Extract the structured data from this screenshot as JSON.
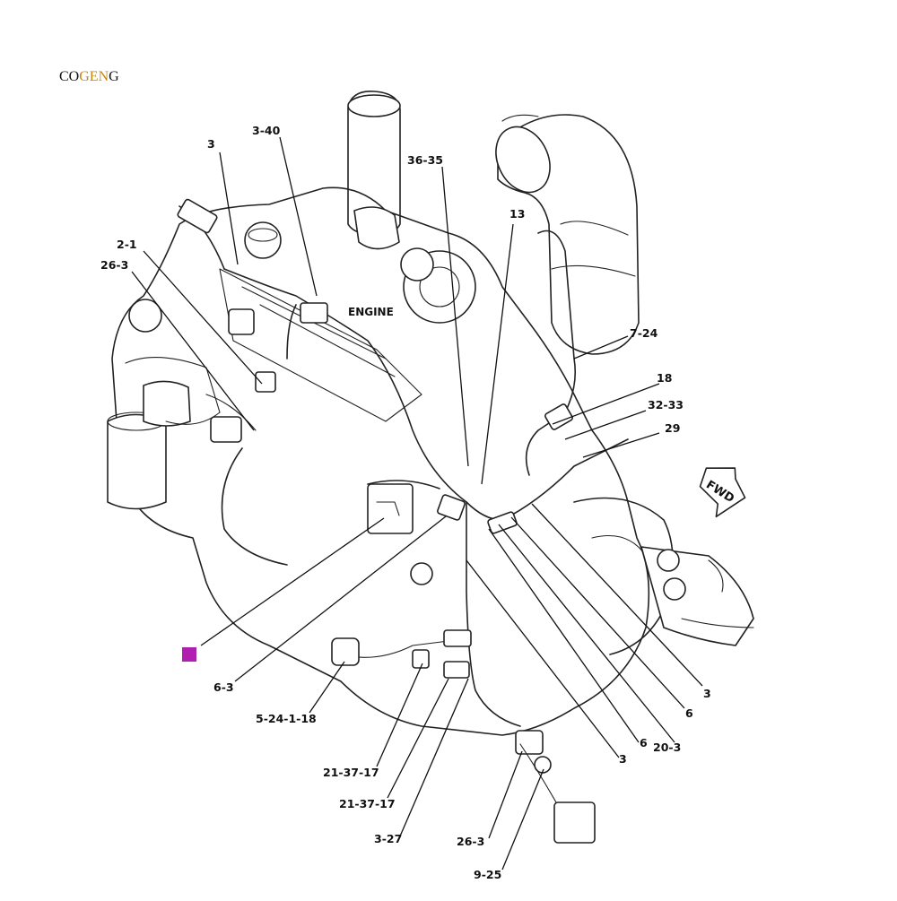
{
  "brand": {
    "part1": "CO",
    "part2": "GEN",
    "part3": "G",
    "color_dark": "#111111",
    "color_gold": "#C8860F"
  },
  "diagram": {
    "engine_label": "ENGINE",
    "direction_label": "FWD",
    "marker_color": "#B01FB0",
    "callouts": [
      {
        "id": "c1",
        "text": "3"
      },
      {
        "id": "c2",
        "text": "3-40"
      },
      {
        "id": "c3",
        "text": "36-35"
      },
      {
        "id": "c4",
        "text": "13"
      },
      {
        "id": "c5",
        "text": "2-1"
      },
      {
        "id": "c6",
        "text": "26-3"
      },
      {
        "id": "c7",
        "text": "7-24"
      },
      {
        "id": "c8",
        "text": "18"
      },
      {
        "id": "c9",
        "text": "32-33"
      },
      {
        "id": "c10",
        "text": "29"
      },
      {
        "id": "c11",
        "text": "6-3"
      },
      {
        "id": "c12",
        "text": "5-24-1-18"
      },
      {
        "id": "c13",
        "text": "21-37-17"
      },
      {
        "id": "c14",
        "text": "21-37-17"
      },
      {
        "id": "c15",
        "text": "3-27"
      },
      {
        "id": "c16",
        "text": "26-3"
      },
      {
        "id": "c17",
        "text": "9-25"
      },
      {
        "id": "c18",
        "text": "3"
      },
      {
        "id": "c19",
        "text": "6"
      },
      {
        "id": "c20",
        "text": "20-3"
      },
      {
        "id": "c21",
        "text": "6"
      },
      {
        "id": "c22",
        "text": "3"
      }
    ]
  }
}
